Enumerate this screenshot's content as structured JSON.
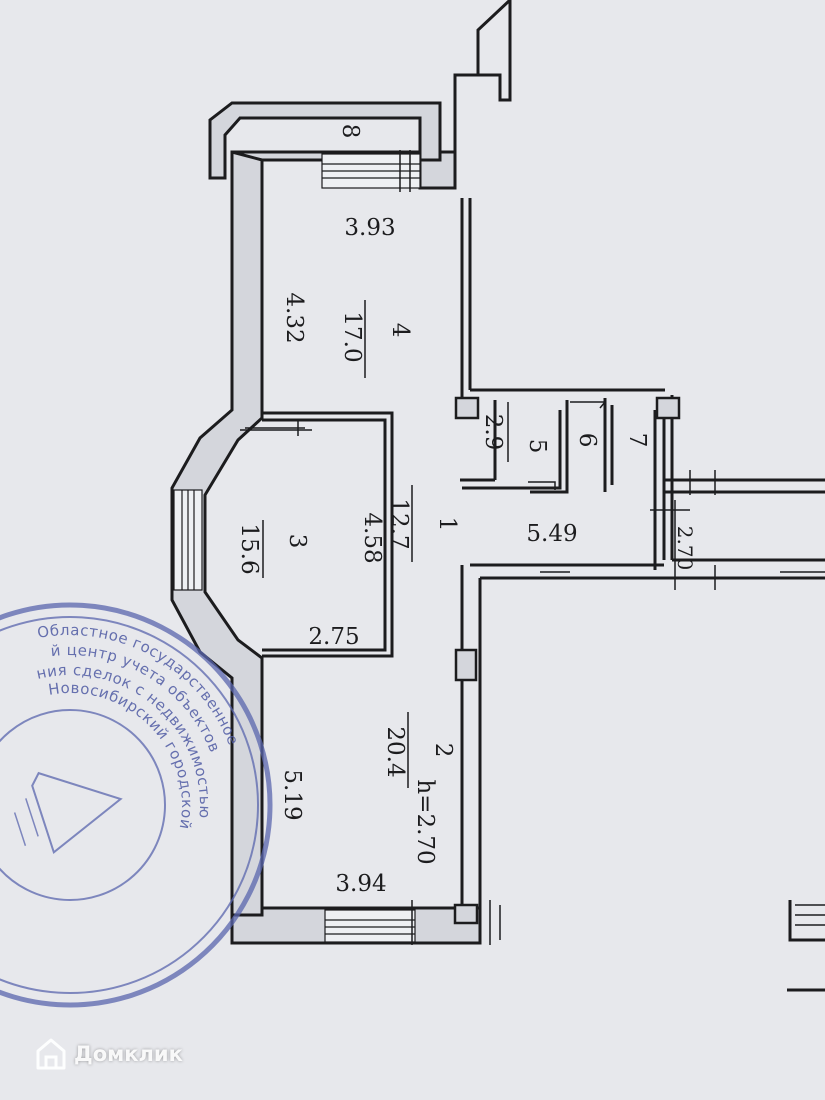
{
  "rooms": [
    {
      "number": "1",
      "area": "12.7"
    },
    {
      "number": "2",
      "area": "20.4"
    },
    {
      "number": "3",
      "area": "15.6"
    },
    {
      "number": "4",
      "area": "17.0"
    },
    {
      "number": "5",
      "area": "2.9"
    },
    {
      "number": "6"
    },
    {
      "number": "7"
    },
    {
      "number": "8"
    }
  ],
  "dimensions": {
    "room4_width": "3.93",
    "room4_length": "4.32",
    "room3_length": "4.58",
    "room3_width": "2.75",
    "hall_length": "5.49",
    "corridor_width": "2.70",
    "room2_length": "5.19",
    "room2_width": "3.94",
    "ceiling_height": "h=2.70"
  },
  "stamp": {
    "line1": "Областное государственное",
    "line2": "й центр учета объектов",
    "line3": "ния сделок с недвижимостью",
    "line4": "Новосибирский городской"
  },
  "watermark": {
    "icon": "home-icon",
    "text": "Домклик"
  },
  "colors": {
    "paper": "#e7e8ec",
    "ink": "#1c1c1e",
    "stamp": "#4f5ba4"
  }
}
